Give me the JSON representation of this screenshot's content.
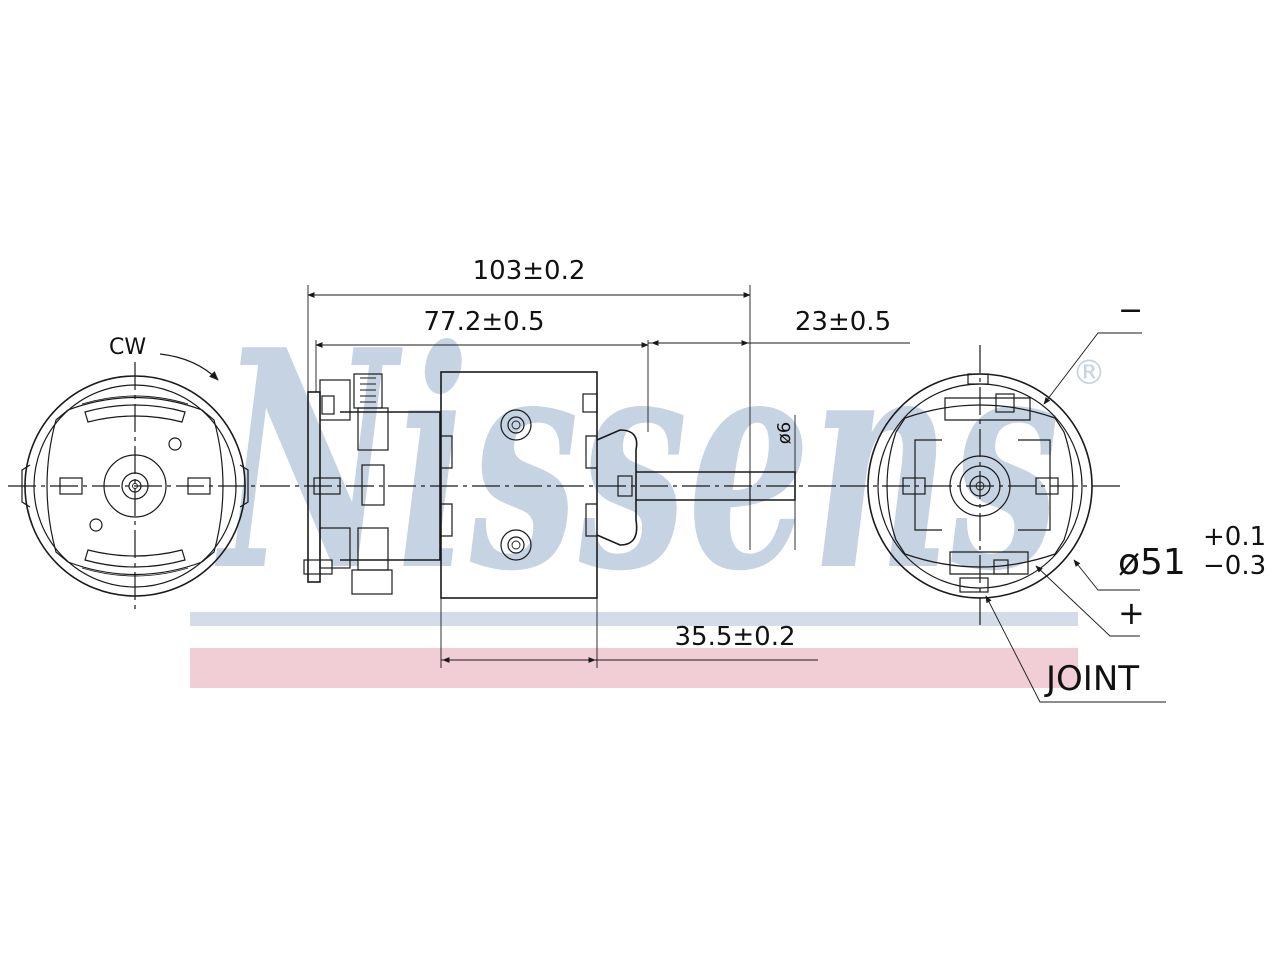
{
  "watermark": {
    "brand": "Nissens",
    "registered": "®",
    "colors": {
      "brand_blue": "#c5d3e3",
      "band_blue": "#d3dde9",
      "band_red": "#f1cdd5"
    }
  },
  "labels": {
    "rotation": "CW",
    "overall_length": "103±0.2",
    "body_length": "77.2±0.5",
    "shaft_length": "23±0.5",
    "shaft_diameter": "ø6",
    "housing_length": "35.5±0.2",
    "diameter_main": "ø51",
    "diameter_upper_tol": "+0.1",
    "diameter_lower_tol": "−0.3",
    "minus_terminal": "−",
    "plus_terminal": "+",
    "joint": "JOINT"
  },
  "colors": {
    "line": "#1a1a1a",
    "background": "#ffffff"
  }
}
